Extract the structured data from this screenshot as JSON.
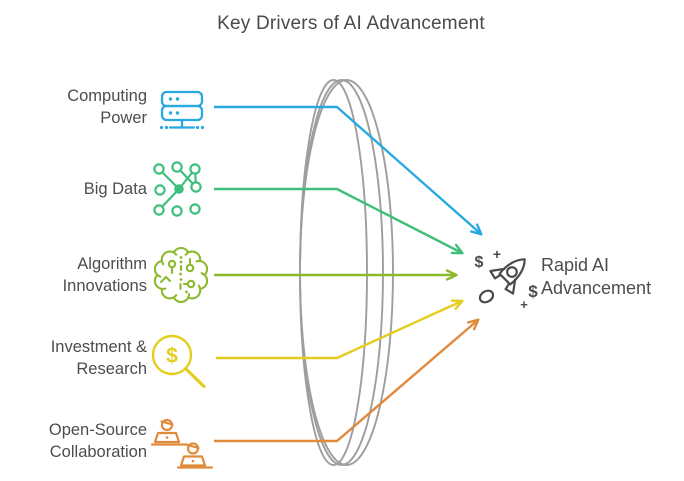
{
  "title": "Key Drivers of AI Advancement",
  "drivers": [
    {
      "label": "Computing Power",
      "icon": "server-icon",
      "color": "#29A9E0"
    },
    {
      "label": "Big Data",
      "icon": "network-nodes-icon",
      "color": "#3FBE7D"
    },
    {
      "label": "Algorithm Innovations",
      "icon": "brain-circuit-icon",
      "color": "#8CB92D"
    },
    {
      "label": "Investment & Research",
      "icon": "dollar-magnifier-icon",
      "color": "#E3CD1E"
    },
    {
      "label": "Open-Source Collaboration",
      "icon": "people-laptops-icon",
      "color": "#E08A3C"
    }
  ],
  "outcome": {
    "label": "Rapid AI Advancement",
    "icon": "rocket-icon",
    "color": "#4B4B4B"
  },
  "lens": {
    "color": "#9E9E9E"
  },
  "glyphs": {
    "dollar": "$",
    "plus": "+"
  }
}
